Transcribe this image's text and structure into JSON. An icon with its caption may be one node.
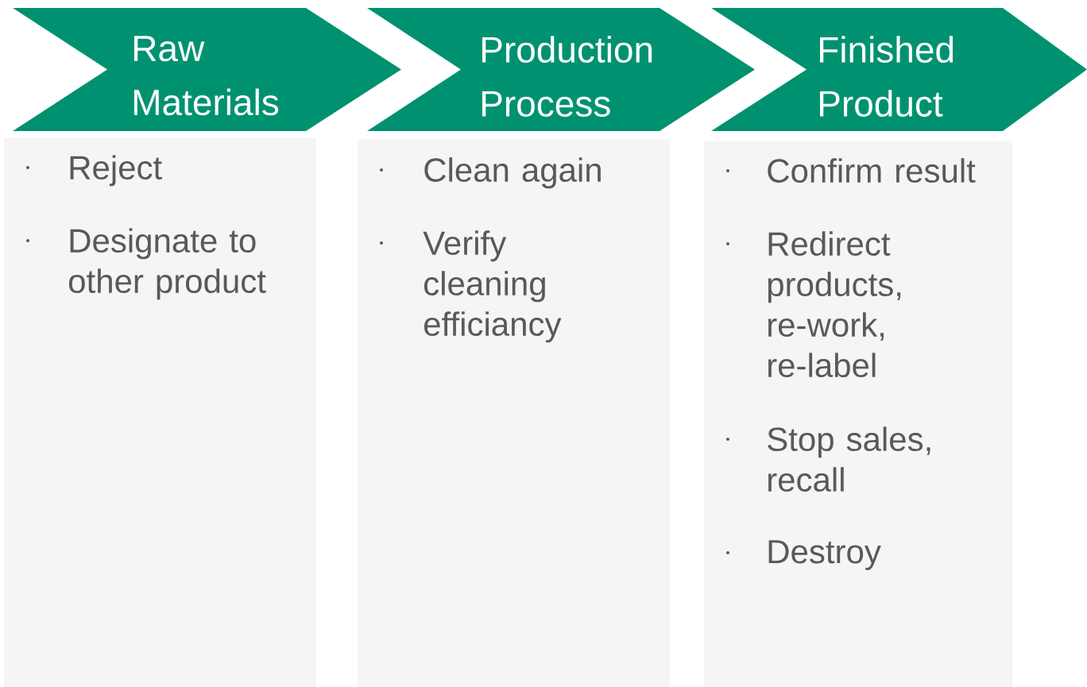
{
  "diagram": {
    "nodes": [
      {
        "text": [
          "Raw Materials"
        ]
      },
      {
        "text": [
          "Production Process"
        ]
      },
      {
        "text": [
          "Finished Product"
        ]
      },
      {
        "text": [
          "Reject",
          "Designate to other product"
        ]
      },
      {
        "text": [
          "Clean again",
          "Verify cleaning efficiancy"
        ]
      },
      {
        "text": [
          "Confirm result",
          "Redirect products, re-work, re-label",
          "Stop sales, recall",
          "Destroy"
        ]
      }
    ]
  }
}
